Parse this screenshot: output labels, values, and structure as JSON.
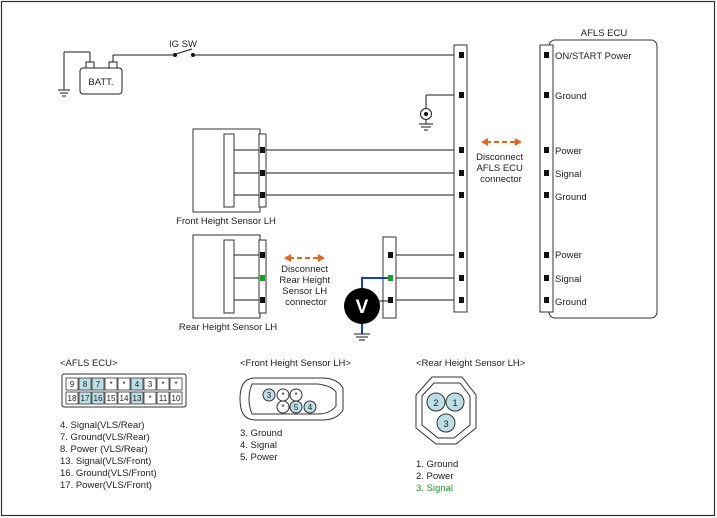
{
  "diagram": {
    "ecu_title": "AFLS ECU",
    "battery_label": "BATT.",
    "switch_label": "IG SW",
    "ecu_pins": [
      "ON/START Power",
      "Ground",
      "Power",
      "Signal",
      "Ground",
      "Power",
      "Signal",
      "Ground"
    ],
    "disconnect_ecu": [
      "Disconnect",
      "AFLS ECU",
      "connector"
    ],
    "disconnect_rear": [
      "Disconnect",
      "Rear Height",
      "Sensor LH",
      "connector"
    ],
    "front_sensor_label": "Front Height Sensor LH",
    "rear_sensor_label": "Rear Height Sensor LH",
    "meter_label": "V"
  },
  "connectors": {
    "ecu": {
      "title": "<AFLS ECU>",
      "top_row": [
        "9",
        "8",
        "7",
        "*",
        "*",
        "4",
        "3",
        "*",
        "*"
      ],
      "bottom_row": [
        "18",
        "17",
        "16",
        "15",
        "14",
        "13",
        "*",
        "11",
        "10"
      ],
      "pins": [
        "4. Signal(VLS/Rear)",
        "7. Ground(VLS/Rear)",
        "8. Power (VLS/Rear)",
        "13. Signal(VLS/Front)",
        "16. Ground(VLS/Front)",
        "17. Power(VLS/Front)"
      ]
    },
    "front": {
      "title": "<Front Height Sensor  LH>",
      "cavities": [
        "3",
        "*",
        "*",
        "*",
        "5",
        "4"
      ],
      "pins": [
        "3. Ground",
        "4. Signal",
        "5. Power"
      ]
    },
    "rear": {
      "title": "<Rear Height Sensor LH>",
      "cavities": [
        "2",
        "1",
        "3"
      ],
      "pins": [
        "1. Ground",
        "2. Power",
        "3. Signal"
      ]
    }
  },
  "colors": {
    "highlight_cell": "#bcdfe6",
    "arrow": "#e8641e",
    "signal_green": "#1e9a2e",
    "probe_blue": "#1040c8"
  }
}
